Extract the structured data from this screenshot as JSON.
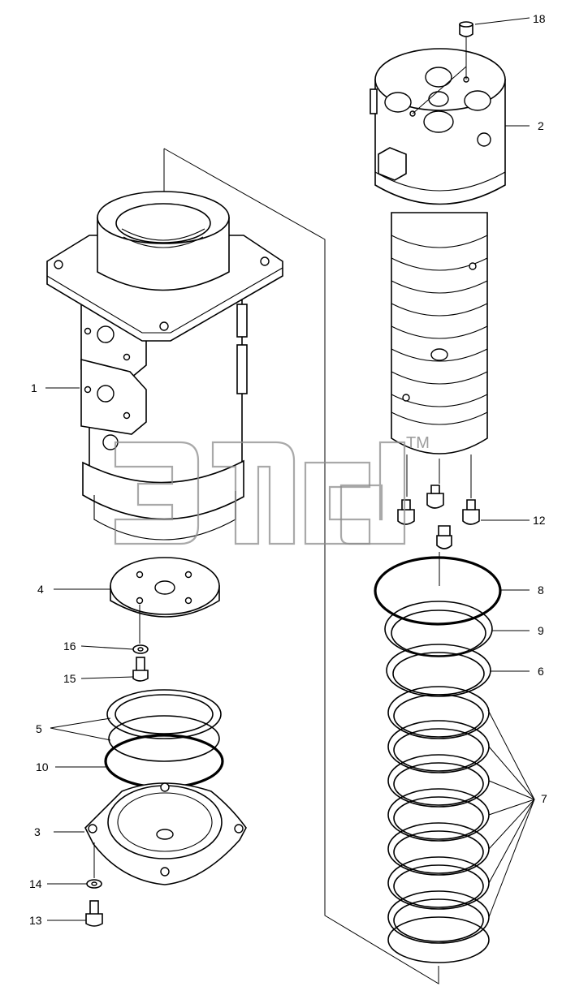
{
  "callouts": {
    "c1": "1",
    "c2": "2",
    "c3": "3",
    "c4": "4",
    "c5": "5",
    "c6": "6",
    "c7": "7",
    "c8": "8",
    "c9": "9",
    "c10": "10",
    "c12": "12",
    "c13": "13",
    "c14": "14",
    "c15": "15",
    "c16": "16",
    "c18": "18"
  },
  "watermark": {
    "trademark": "TM"
  },
  "colors": {
    "line": "#000000",
    "background": "#ffffff",
    "watermark": "#8c8c8c"
  }
}
